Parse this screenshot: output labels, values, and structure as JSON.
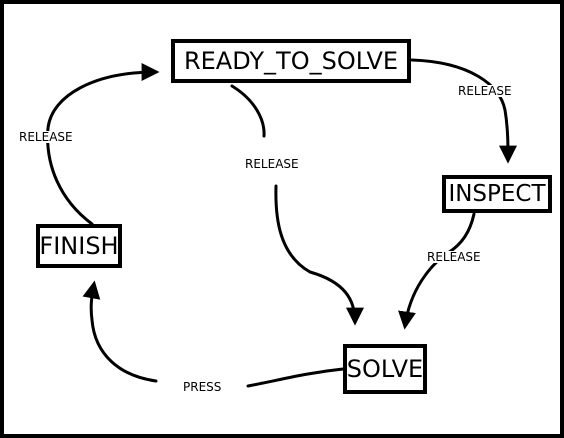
{
  "diagram": {
    "states": {
      "ready_to_solve": "READY_TO_SOLVE",
      "inspect": "INSPECT",
      "finish": "FINISH",
      "solve": "SOLVE"
    },
    "transitions": [
      {
        "from": "READY_TO_SOLVE",
        "to": "INSPECT",
        "label": "RELEASE"
      },
      {
        "from": "FINISH",
        "to": "READY_TO_SOLVE",
        "label": "RELEASE"
      },
      {
        "from": "READY_TO_SOLVE",
        "to": "SOLVE",
        "label": "RELEASE"
      },
      {
        "from": "INSPECT",
        "to": "SOLVE",
        "label": "RELEASE"
      },
      {
        "from": "SOLVE",
        "to": "FINISH",
        "label": "PRESS"
      }
    ],
    "colors": {
      "stroke": "#000000",
      "background": "#ffffff"
    }
  }
}
